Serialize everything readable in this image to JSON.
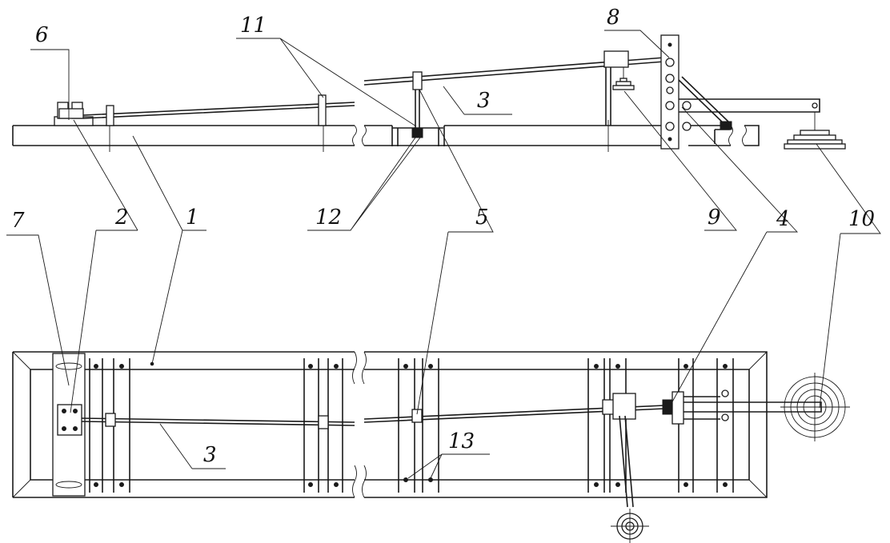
{
  "callouts": {
    "c1_top": "1",
    "c2": "2",
    "c3_top": "3",
    "c3_bottom": "3",
    "c4": "4",
    "c5": "5",
    "c6": "6",
    "c7": "7",
    "c8": "8",
    "c9": "9",
    "c10": "10",
    "c11": "11",
    "c12": "12",
    "c13": "13"
  },
  "colors": {
    "line": "#1a1a1a",
    "background": "#ffffff"
  }
}
